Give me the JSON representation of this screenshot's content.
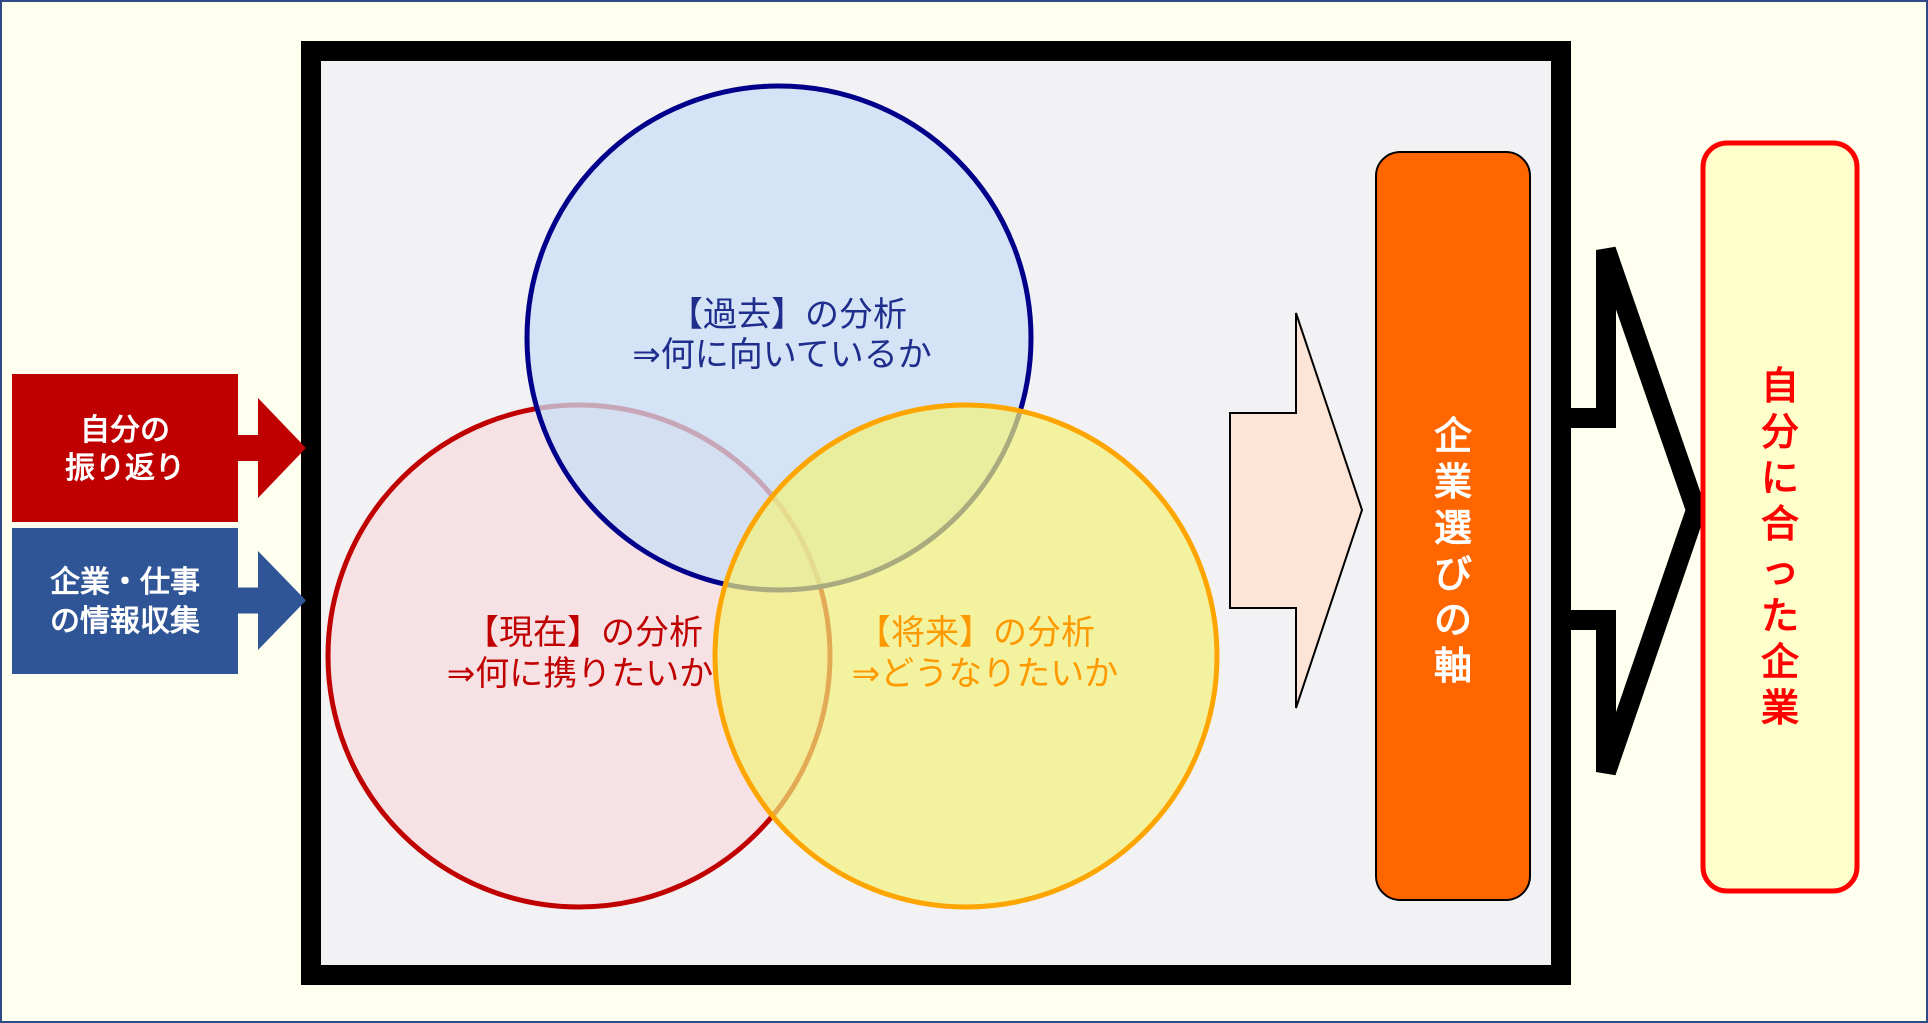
{
  "colors": {
    "background": "#FFFFEF",
    "outer_border": "#2F4A85",
    "frame_fill": "#F2F2F4",
    "frame_border": "#000000",
    "input_self_review": "#C00000",
    "input_company_info": "#2F5597",
    "past_circle_fill": "#C9DDF6",
    "past_circle_stroke": "#00008B",
    "past_text": "#1F2E8C",
    "present_circle_fill": "#F7DCE0",
    "present_circle_stroke": "#C00000",
    "present_text": "#C00000",
    "future_circle_fill": "#F2F27A",
    "future_circle_stroke": "#FFA500",
    "future_text": "#FF9900",
    "output_arrow_fill": "#FCE4D6",
    "axis_box_fill": "#FF6600",
    "result_box_fill": "#FFFFCC",
    "result_box_stroke": "#FF0000",
    "result_text": "#FF0000",
    "chevron": "#000000"
  },
  "inputs": {
    "self_review": {
      "line1": "自分の",
      "line2": "振り返り"
    },
    "company_info": {
      "line1": "企業・仕事",
      "line2": "の情報収集"
    }
  },
  "venn": {
    "past": {
      "title": "【過去】の分析",
      "subtitle": "⇒何に向いているか"
    },
    "present": {
      "title": "【現在】の分析",
      "subtitle": "⇒何に携りたいか"
    },
    "future": {
      "title": "【将来】の分析",
      "subtitle": "⇒どうなりたいか"
    }
  },
  "axis_box": {
    "chars": [
      "企",
      "業",
      "選",
      "び",
      "の",
      "軸"
    ]
  },
  "result_box": {
    "chars": [
      "自",
      "分",
      "に",
      "合",
      "っ",
      "た",
      "企",
      "業"
    ]
  }
}
